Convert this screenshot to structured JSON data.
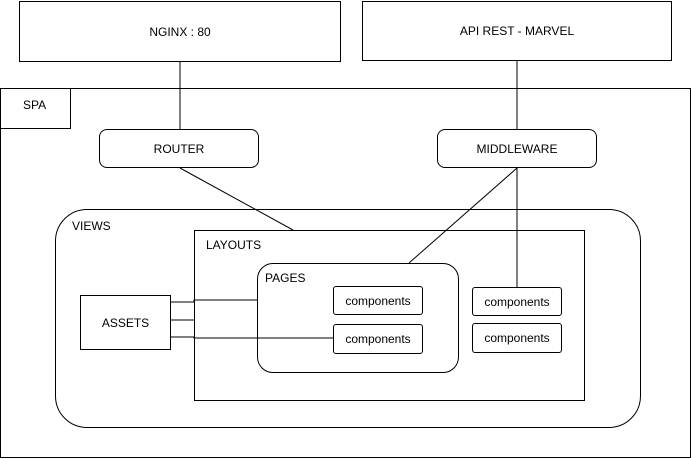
{
  "diagram": {
    "nodes": {
      "nginx": "NGINX : 80",
      "api": "API REST - MARVEL",
      "spa": "SPA",
      "router": "ROUTER",
      "middleware": "MIDDLEWARE",
      "views": "VIEWS",
      "layouts": "LAYOUTS",
      "pages": "PAGES",
      "assets": "ASSETS",
      "components_1": "components",
      "components_2": "components",
      "components_3": "components",
      "components_4": "components"
    },
    "edges": [
      {
        "from": "nginx",
        "to": "router"
      },
      {
        "from": "api",
        "to": "middleware"
      },
      {
        "from": "router",
        "to": "layouts"
      },
      {
        "from": "middleware",
        "to": "pages"
      },
      {
        "from": "middleware",
        "to": "components_3"
      },
      {
        "from": "assets",
        "to": "pages"
      },
      {
        "from": "assets",
        "to": "components_2"
      }
    ]
  }
}
